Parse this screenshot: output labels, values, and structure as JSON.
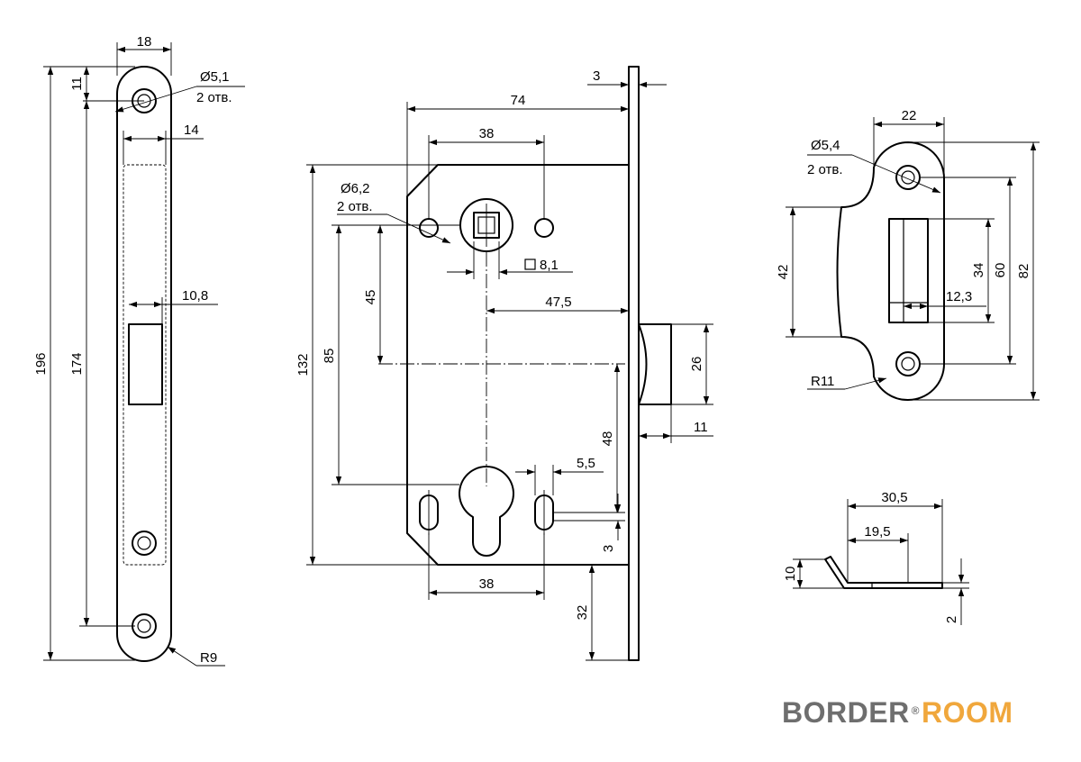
{
  "faceplate": {
    "width": "18",
    "top_hole_offset": "11",
    "hole_dia": "Ø5,1",
    "hole_count": "2 отв.",
    "slot_width": "14",
    "latch_width": "10,8",
    "overall_height": "196",
    "hole_spacing": "174",
    "corner_radius": "R9"
  },
  "lock_body": {
    "plate_thickness": "3",
    "backset_total": "74",
    "spindle_holes": "38",
    "hole_dia": "Ø6,2",
    "hole_count": "2 отв.",
    "spindle_square": "8,1",
    "backset": "47,5",
    "height_45": "45",
    "height_85": "85",
    "body_height": "132",
    "latch_height": "26",
    "latch_projection": "11",
    "cylinder_offset": "48",
    "slot_width": "5,5",
    "slot_offset": "3",
    "bottom_holes": "38",
    "bottom_offset": "32"
  },
  "strike_plate": {
    "width": "22",
    "hole_dia": "Ø5,4",
    "hole_count": "2 отв.",
    "lip_height": "42",
    "slot_height": "34",
    "hole_spacing": "60",
    "overall_height": "82",
    "slot_width": "12,3",
    "radius": "R11"
  },
  "bracket": {
    "total_length": "30,5",
    "flat_length": "19,5",
    "height": "10",
    "thickness": "2"
  },
  "brand": {
    "part1": "BORD",
    "part2": "ER",
    "mark": "®",
    "part3": "ROOM"
  }
}
